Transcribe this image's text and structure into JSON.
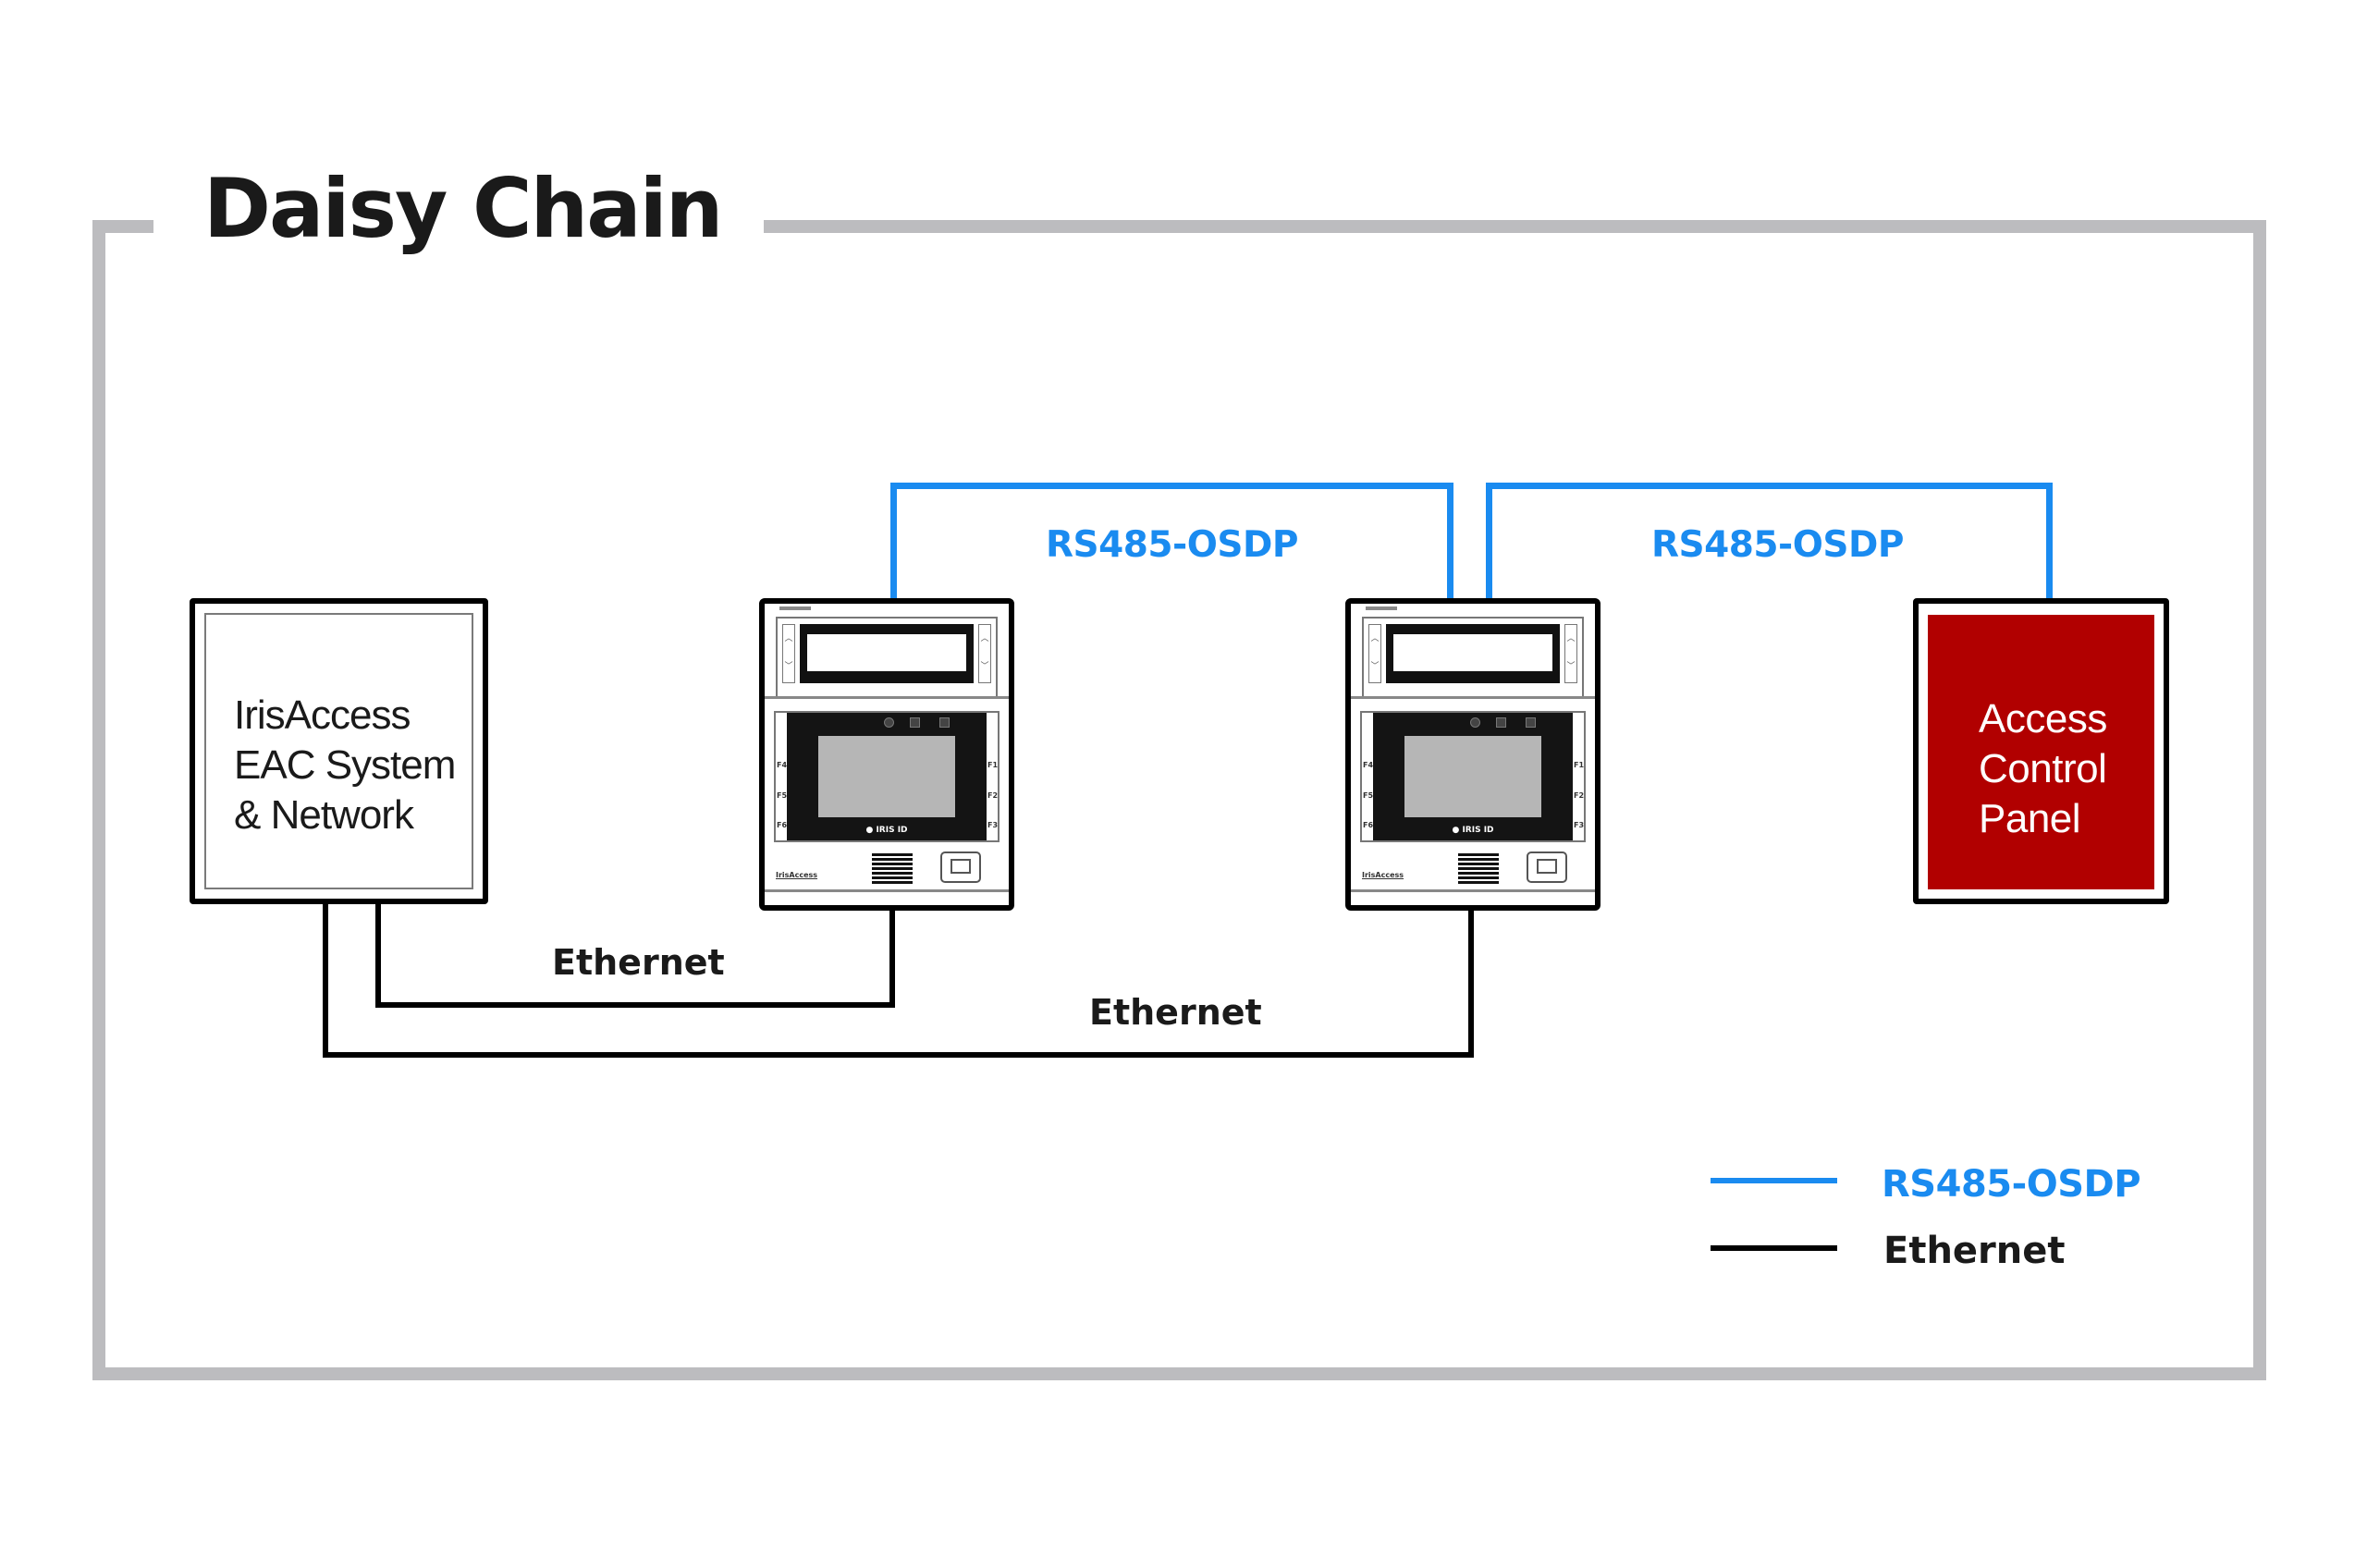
{
  "title": "Daisy Chain",
  "colors": {
    "frame": "#bcbcbf",
    "rs485": "#1a8bf0",
    "ethernet": "#000000",
    "panel_fill": "#b10000",
    "text": "#1a1a1a"
  },
  "nodes": {
    "system": {
      "lines": [
        "IrisAccess",
        "EAC System",
        "& Network"
      ]
    },
    "reader_1": {
      "brand": "IrisAccess",
      "logo": "● IRIS ID",
      "fkeys_left": [
        "F4",
        "F5",
        "F6"
      ],
      "fkeys_right": [
        "F1",
        "F2",
        "F3"
      ]
    },
    "reader_2": {
      "brand": "IrisAccess",
      "logo": "● IRIS ID",
      "fkeys_left": [
        "F4",
        "F5",
        "F6"
      ],
      "fkeys_right": [
        "F1",
        "F2",
        "F3"
      ]
    },
    "panel": {
      "lines": [
        "Access",
        "Control",
        "Panel"
      ]
    }
  },
  "connections": {
    "rs485_1_label": "RS485-OSDP",
    "rs485_2_label": "RS485-OSDP",
    "ethernet_1_label": "Ethernet",
    "ethernet_2_label": "Ethernet"
  },
  "legend": {
    "items": [
      {
        "label": "RS485-OSDP",
        "type": "rs485"
      },
      {
        "label": "Ethernet",
        "type": "ethernet"
      }
    ]
  }
}
